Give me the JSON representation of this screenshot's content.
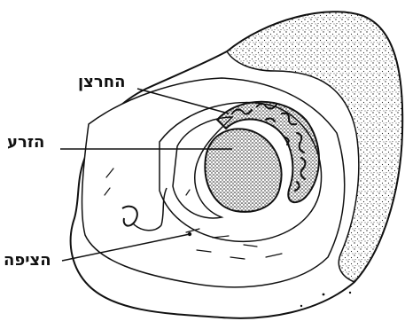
{
  "labels": {
    "husk": "החרצן",
    "seed": "הזרע",
    "flesh": "הציפה"
  },
  "colors": {
    "ink": "#111111",
    "paper": "#ffffff"
  }
}
